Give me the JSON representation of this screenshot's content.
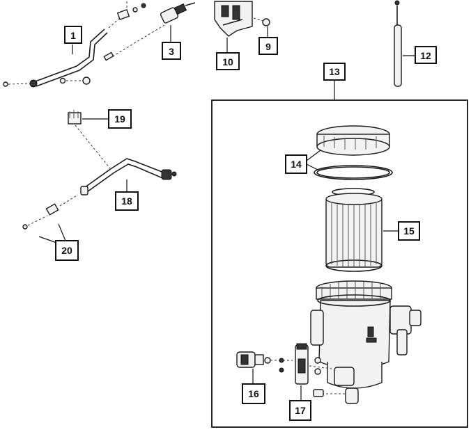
{
  "diagram": {
    "callouts": {
      "c1": "1",
      "c3": "3",
      "c9": "9",
      "c10": "10",
      "c12": "12",
      "c13": "13",
      "c14": "14",
      "c15": "15",
      "c16": "16",
      "c17": "17",
      "c18": "18",
      "c19": "19",
      "c20": "20"
    }
  }
}
